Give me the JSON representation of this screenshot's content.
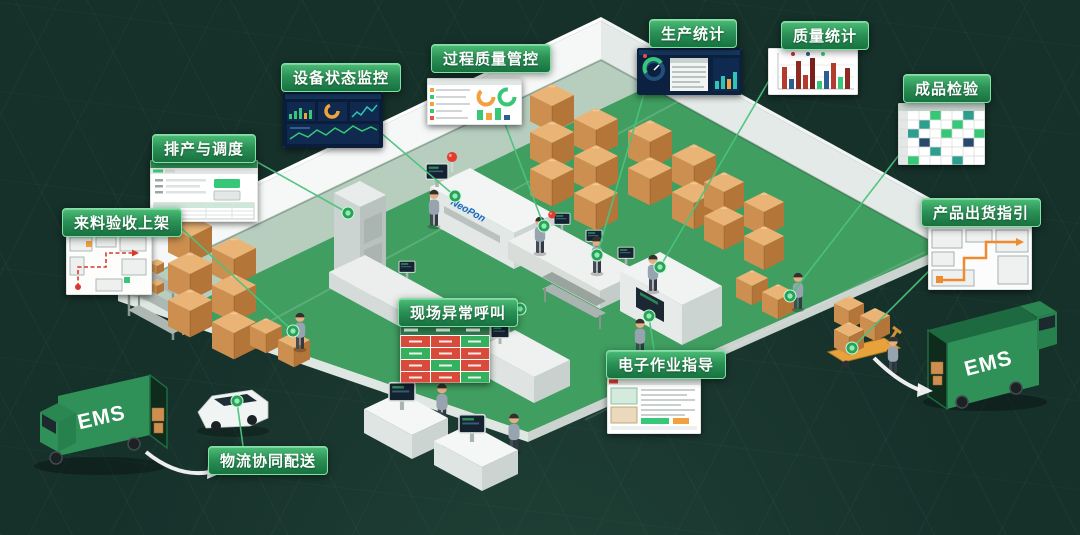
{
  "diagram": {
    "accent_color": "#3fae68",
    "floor_color": "#3f9e60",
    "background_color": "#16302a",
    "box_color": "#cd8f4f"
  },
  "labels": [
    {
      "id": "incoming",
      "text": "来料验收上架"
    },
    {
      "id": "scheduling",
      "text": "排产与调度"
    },
    {
      "id": "equipment-status",
      "text": "设备状态监控"
    },
    {
      "id": "process-quality",
      "text": "过程质量管控"
    },
    {
      "id": "production-stats",
      "text": "生产统计"
    },
    {
      "id": "quality-stats",
      "text": "质量统计"
    },
    {
      "id": "final-inspection",
      "text": "成品检验"
    },
    {
      "id": "shipping-guide",
      "text": "产品出货指引"
    },
    {
      "id": "exception-call",
      "text": "现场异常呼叫"
    },
    {
      "id": "work-instructions",
      "text": "电子作业指导"
    },
    {
      "id": "logistics",
      "text": "物流协同配送"
    }
  ],
  "scene": {
    "truck_left_label": "EMS",
    "truck_right_label": "EMS",
    "machine_brand": "NeoPon"
  }
}
